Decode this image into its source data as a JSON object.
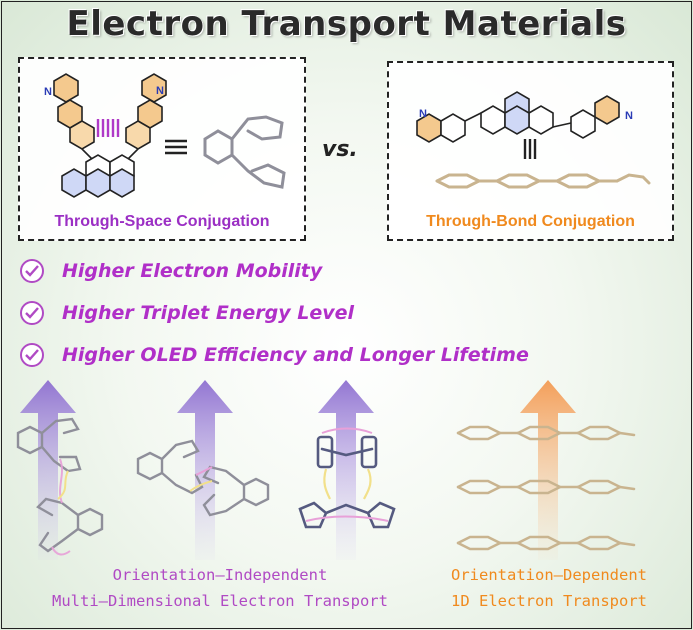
{
  "title": "Electron Transport Materials",
  "left_box": {
    "label": "Through-Space Conjugation"
  },
  "vs_text": "vs.",
  "right_box": {
    "label": "Through-Bond Conjugation"
  },
  "benefits": [
    {
      "text": "Higher Electron Mobility",
      "icon": "checkmark-circle-icon"
    },
    {
      "text": "Higher Triplet Energy Level",
      "icon": "checkmark-circle-icon"
    },
    {
      "text": "Higher OLED Efficiency and Longer Lifetime",
      "icon": "checkmark-circle-icon"
    }
  ],
  "captions": {
    "left": [
      "Orientation—Independent",
      "Multi—Dimensional Electron Transport"
    ],
    "right": [
      "Orientation—Dependent",
      "1D Electron Transport"
    ]
  },
  "colors": {
    "title": "#2a2a2a",
    "through_space": "#9b2fc4",
    "through_bond": "#f08a1e",
    "benefit_text": "#b02fc8",
    "arrow_purple": "#9a7fd6",
    "arrow_orange": "#f5a560",
    "ring_orange": "#f4c98e"
  }
}
